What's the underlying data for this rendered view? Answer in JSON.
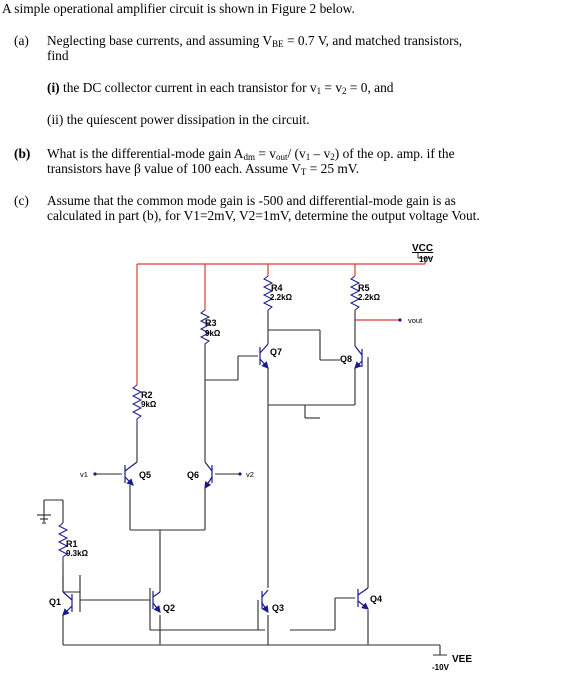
{
  "intro": "A simple operational amplifier circuit is shown in Figure 2 below.",
  "part_a": {
    "marker": "(a)",
    "line1_pre": "Neglecting base currents, and assuming V",
    "line1_sub": "BE",
    "line1_post": " = 0.7 V, and matched transistors,",
    "line2": "find",
    "i_marker": "(i)",
    "i_pre": " the DC collector current in each transistor for v",
    "i_sub1": "1",
    "i_mid": " = v",
    "i_sub2": "2",
    "i_post": " = 0, and",
    "ii": "(ii) the quiescent power dissipation in the circuit."
  },
  "part_b": {
    "marker": "(b)",
    "line1_pre": "What is the differential-mode gain A",
    "line1_sub": "dm",
    "line1_post": " = v",
    "line1_sub2": "out",
    "line1_tail": "/ (v",
    "line1_sub3": "1",
    "line1_m": " – v",
    "line1_sub4": "2",
    "line1_end": ") of the op. amp. if the",
    "line2_pre": "transistors have β value of 100 each.  Assume V",
    "line2_sub": "T",
    "line2_post": " = 25 mV."
  },
  "part_c": {
    "marker": "(c)",
    "line1": "Assume that the common mode gain is -500 and differential-mode gain is as",
    "line2": "calculated in part (b), for V1=2mV, V2=1mV, determine the output voltage Vout."
  },
  "circuit": {
    "vcc_label": "VCC",
    "vcc_value": "10V",
    "vee_label": "VEE",
    "vee_value": "-10V",
    "vout": "vout",
    "v1": "v1",
    "v2": "v2",
    "r1": "R1",
    "r1_value": "9.3kΩ",
    "r2": "R2",
    "r2_value": "9kΩ",
    "r3": "R3",
    "r3_value": "9kΩ",
    "r4": "R4",
    "r4_value": "2.2kΩ",
    "r5": "R5",
    "r5_value": "2.2kΩ",
    "q1": "Q1",
    "q2": "Q2",
    "q3": "Q3",
    "q4": "Q4",
    "q5": "Q5",
    "q6": "Q6",
    "q7": "Q7",
    "q8": "Q8",
    "colors": {
      "vcc_rail": "#e03a3a",
      "wire": "#2b2b2b",
      "component": "#1a1a8c",
      "node_dot": "#1a1a8c"
    }
  }
}
